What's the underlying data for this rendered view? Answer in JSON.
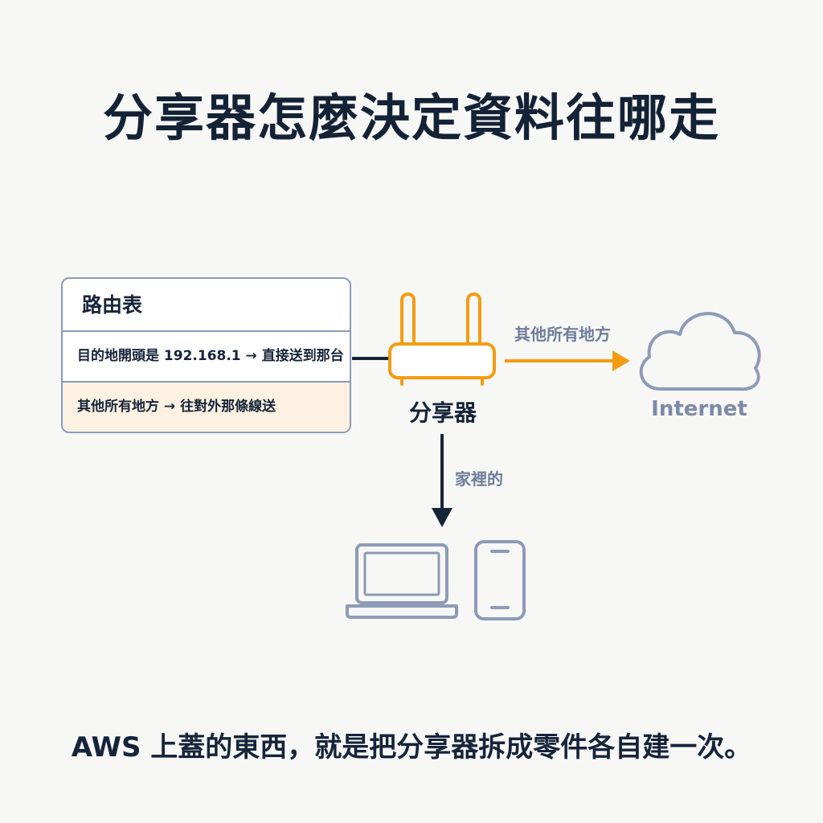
{
  "title": "分享器怎麼決定資料往哪走",
  "routing_table": {
    "header": "路由表",
    "rows": [
      "目的地開頭是 192.168.1 → 直接送到那台",
      "其他所有地方 → 往對外那條線送"
    ]
  },
  "router": {
    "label": "分享器",
    "icon": "router-icon"
  },
  "edges": {
    "to_internet": "其他所有地方",
    "to_home": "家裡的"
  },
  "internet": {
    "label": "Internet",
    "icon": "cloud-icon"
  },
  "devices": [
    {
      "icon": "laptop-icon"
    },
    {
      "icon": "phone-icon"
    }
  ],
  "footer": "AWS 上蓋的東西，就是把分享器拆成零件各自建一次。",
  "colors": {
    "accent": "#f39c12",
    "dark": "#16243a",
    "muted": "#8d9bb7",
    "highlight_row": "#fdf1e2"
  }
}
